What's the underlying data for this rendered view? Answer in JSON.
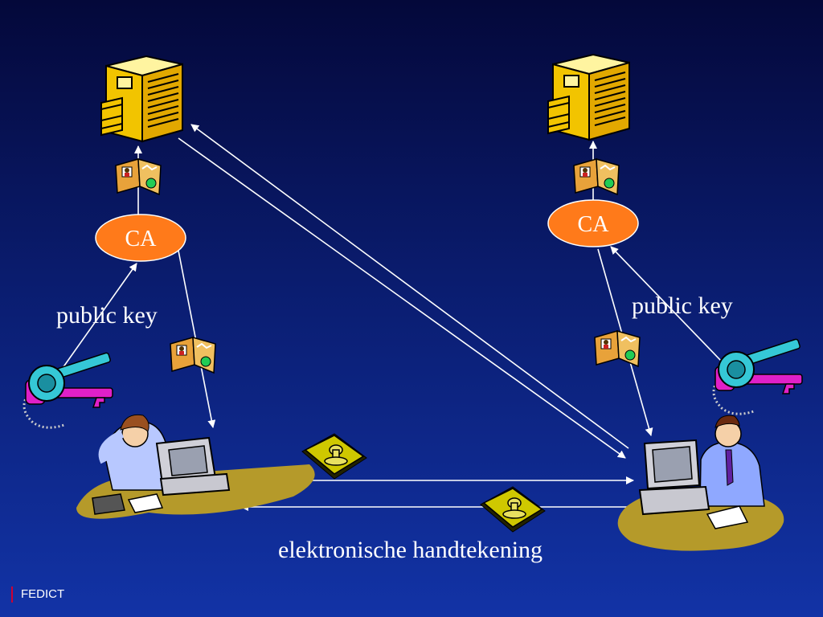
{
  "left": {
    "ca_label": "CA",
    "key_label": "public key"
  },
  "right": {
    "ca_label": "CA",
    "key_label": "public key"
  },
  "bottom_label": "elektronische handtekening",
  "footer": "FEDICT",
  "colors": {
    "background_top": "#04083a",
    "background_bottom": "#1233a6",
    "ca_ellipse": "#ff7a1a",
    "arrows": "#ffffff",
    "cabinet": "#f2c400",
    "key_cyan": "#35c8d6",
    "key_magenta": "#e020c8",
    "certificate": "#e8a23a",
    "signature_doc": "#cfc800",
    "desk_blob": "#b59a2a"
  },
  "icons": [
    "file-cabinet-icon",
    "certificate-icon",
    "key-icon",
    "signature-document-icon",
    "woman-at-computer-icon",
    "man-at-computer-icon"
  ]
}
